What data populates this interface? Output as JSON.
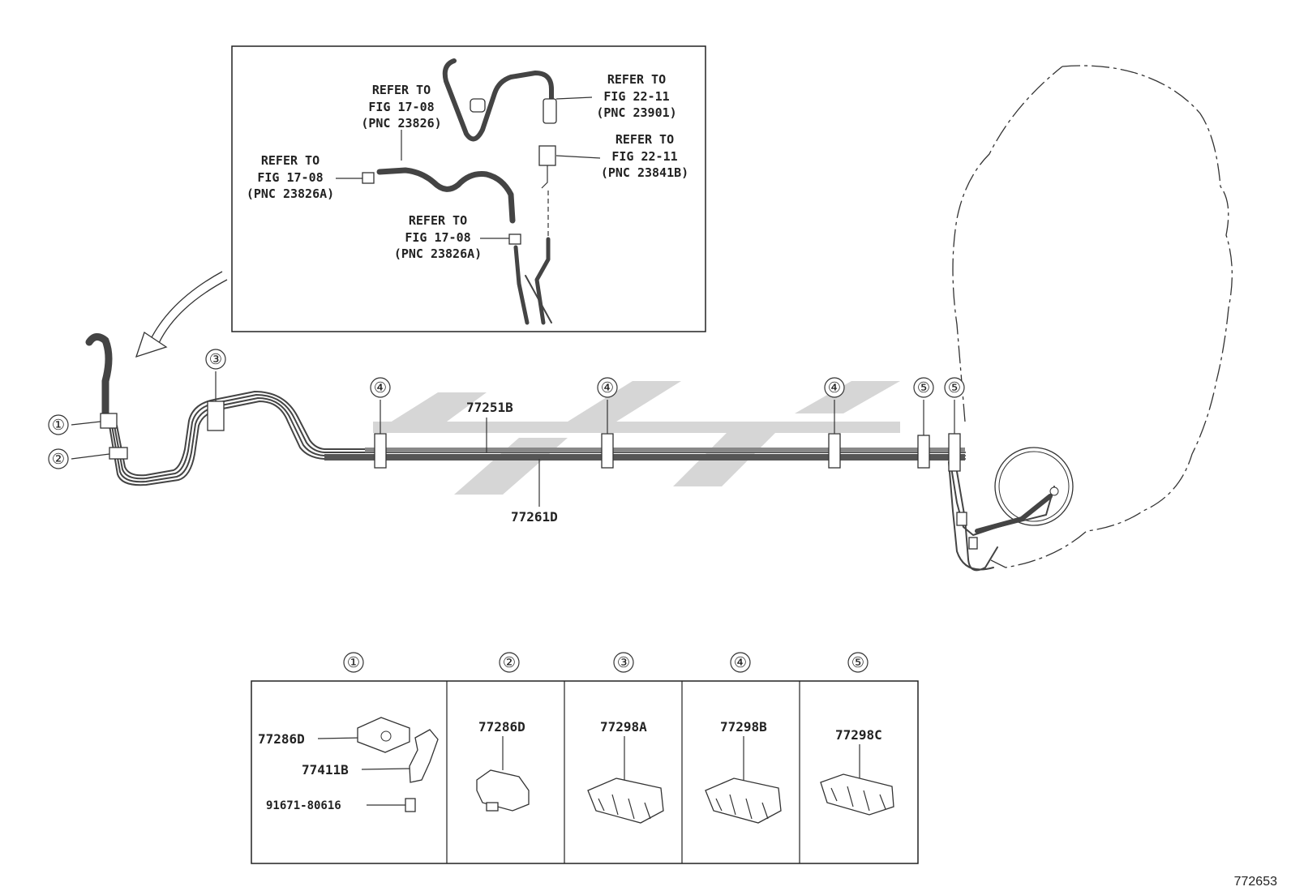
{
  "inset": {
    "ref1": {
      "line1": "REFER TO",
      "line2": "FIG 17-08",
      "line3": "(PNC 23826)"
    },
    "ref2": {
      "line1": "REFER TO",
      "line2": "FIG 22-11",
      "line3": "(PNC 23901)"
    },
    "ref3": {
      "line1": "REFER TO",
      "line2": "FIG 22-11",
      "line3": "(PNC 23841B)"
    },
    "ref4": {
      "line1": "REFER TO",
      "line2": "FIG 17-08",
      "line3": "(PNC 23826A)"
    },
    "ref5": {
      "line1": "REFER TO",
      "line2": "FIG 17-08",
      "line3": "(PNC 23826A)"
    }
  },
  "main": {
    "pipe_upper": "77251B",
    "pipe_lower": "77261D",
    "callouts": [
      "①",
      "②",
      "③",
      "④",
      "④",
      "④",
      "⑤",
      "⑤"
    ]
  },
  "table": {
    "headers": [
      "①",
      "②",
      "③",
      "④",
      "⑤"
    ],
    "cell1": {
      "a": "77286D",
      "b": "77411B",
      "c": "91671-80616"
    },
    "cell2": {
      "a": "77286D"
    },
    "cell3": {
      "a": "77298A"
    },
    "cell4": {
      "a": "77298B"
    },
    "cell5": {
      "a": "77298C"
    }
  },
  "figure_number": "772653"
}
